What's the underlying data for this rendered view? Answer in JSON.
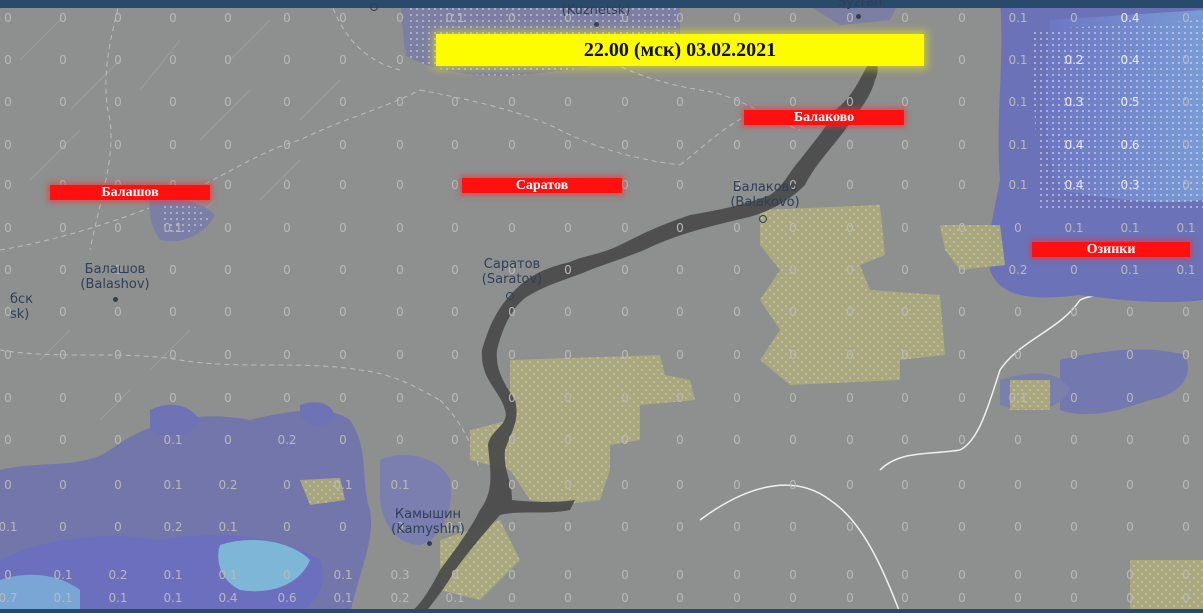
{
  "title": "22.00 (мск) 03.02.2021",
  "labels": {
    "balashov": "Балашов",
    "saratov": "Саратов",
    "balakovo": "Балаково",
    "ozinki": "Озинки"
  },
  "cities": {
    "kuznetsk": "(Kuznetsk)",
    "syzran": "Syzran",
    "balakovo_ru": "Балаково",
    "balakovo_en": "(Balakovo)",
    "saratov_ru": "Саратов",
    "saratov_en": "(Saratov)",
    "balashov_ru": "Балашов",
    "balashov_en": "(Balashov)",
    "kamyshin_ru": "Камышин",
    "kamyshin_en": "(Kamyshin)",
    "edge_ru": "бск",
    "edge_en": "sk)"
  },
  "grid_values": [
    "0",
    "0.1",
    "0.2",
    "0.3",
    "0.4",
    "0.5",
    "0.6",
    "0.7"
  ],
  "colors": {
    "map_bg": "#8e8f8f",
    "precip_light": "#7b7fa8",
    "precip_mid": "#6a6fc0",
    "precip_heavy": "#7aa0d8",
    "snow_patch": "#b4b482",
    "river": "#4a4a4a",
    "label_red": "#ff1010",
    "title_yellow": "#fdfd00"
  }
}
